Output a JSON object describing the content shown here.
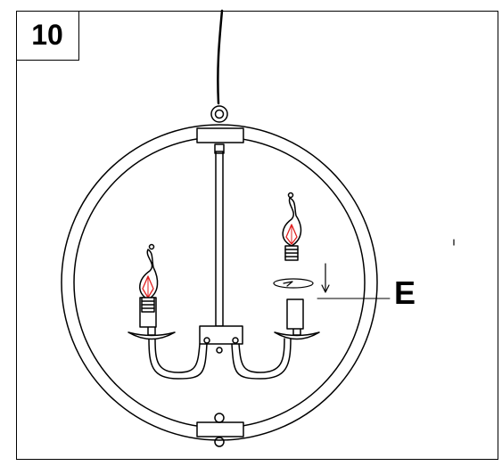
{
  "step": {
    "number": "10"
  },
  "callout": {
    "part_label": "E"
  },
  "colors": {
    "line": "#000000",
    "filament": "#e02020",
    "background": "#ffffff"
  },
  "icons": {
    "fixture": "chandelier-line-drawing",
    "bulb": "candle-bulb-icon",
    "rotate": "rotate-arrow-icon",
    "insert": "down-arrow-icon"
  }
}
